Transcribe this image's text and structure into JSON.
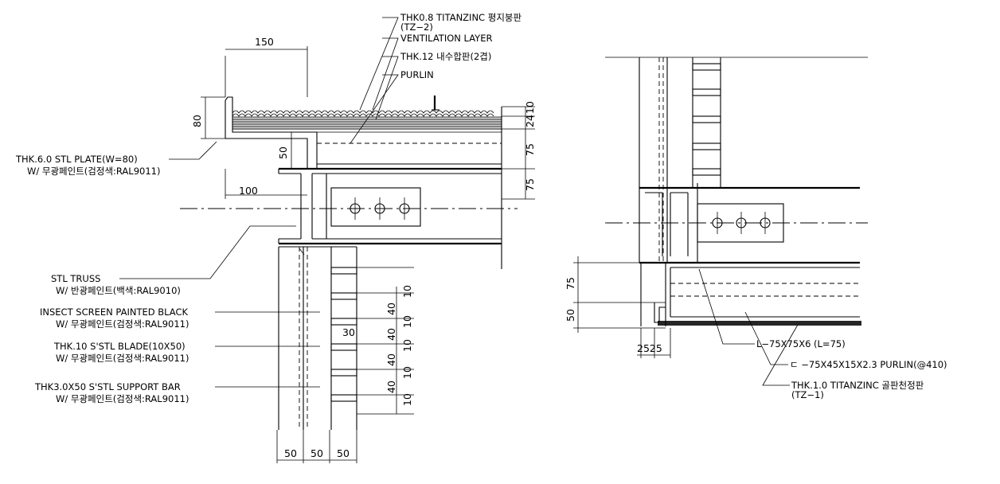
{
  "left_detail": {
    "annotations": [
      {
        "id": "tz2-line1",
        "text": "THK0.8  TITANZINC  평지붕판"
      },
      {
        "id": "tz2-line2",
        "text": "(TZ−2)"
      },
      {
        "id": "vent",
        "text": "VENTILATION  LAYER"
      },
      {
        "id": "plywood",
        "text": "THK.12  내수합판(2겹)"
      },
      {
        "id": "purlin",
        "text": "PURLIN"
      },
      {
        "id": "plate-line1",
        "text": "THK.6.0  STL  PLATE(W=80)"
      },
      {
        "id": "plate-line2",
        "text": "W/  무광페인트(검정색:RAL9011)"
      },
      {
        "id": "truss-line1",
        "text": "STL  TRUSS"
      },
      {
        "id": "truss-line2",
        "text": "W/  반광페인트(백색:RAL9010)"
      },
      {
        "id": "screen-line1",
        "text": "INSECT  SCREEN  PAINTED  BLACK"
      },
      {
        "id": "screen-line2",
        "text": "W/  무광페인트(검정색:RAL9011)"
      },
      {
        "id": "blade-line1",
        "text": "THK.10  S'STL  BLADE(10X50)"
      },
      {
        "id": "blade-line2",
        "text": "W/  무광페인트(검정색:RAL9011)"
      },
      {
        "id": "bar-line1",
        "text": "THK3.0X50  S'STL  SUPPORT  BAR"
      },
      {
        "id": "bar-line2",
        "text": "W/  무광페인트(검정색:RAL9011)"
      }
    ],
    "dimensions": [
      {
        "id": "d150",
        "text": "150"
      },
      {
        "id": "d80",
        "text": "80"
      },
      {
        "id": "d50-top",
        "text": "50"
      },
      {
        "id": "d100",
        "text": "100"
      },
      {
        "id": "d10-top",
        "text": "10"
      },
      {
        "id": "d24",
        "text": "24"
      },
      {
        "id": "d75-a",
        "text": "75"
      },
      {
        "id": "d75-b",
        "text": "75"
      },
      {
        "id": "d30",
        "text": "30"
      },
      {
        "id": "b10-1",
        "text": "10"
      },
      {
        "id": "b40-1",
        "text": "40"
      },
      {
        "id": "b10-2",
        "text": "10"
      },
      {
        "id": "b40-2",
        "text": "40"
      },
      {
        "id": "b10-3",
        "text": "10"
      },
      {
        "id": "b40-3",
        "text": "40"
      },
      {
        "id": "b10-4",
        "text": "10"
      },
      {
        "id": "b40-4",
        "text": "40"
      },
      {
        "id": "b10-5",
        "text": "10"
      },
      {
        "id": "w50-1",
        "text": "50"
      },
      {
        "id": "w50-2",
        "text": "50"
      },
      {
        "id": "w50-3",
        "text": "50"
      }
    ]
  },
  "right_detail": {
    "annotations": [
      {
        "id": "angle",
        "text": "L−75X75X6  (L=75)"
      },
      {
        "id": "purlin-c",
        "text": "ㄷ −75X45X15X2.3  PURLIN(@410)"
      },
      {
        "id": "tz1-line1",
        "text": "THK.1.0  TITANZINC  골판천정판"
      },
      {
        "id": "tz1-line2",
        "text": "(TZ−1)"
      }
    ],
    "dimensions": [
      {
        "id": "r75",
        "text": "75"
      },
      {
        "id": "r50",
        "text": "50"
      },
      {
        "id": "r2525",
        "text": "2525"
      }
    ]
  }
}
